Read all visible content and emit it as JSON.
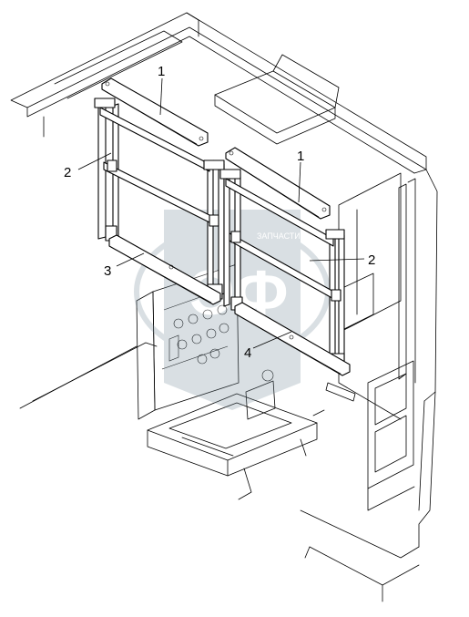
{
  "callouts": {
    "c1a": "1",
    "c1b": "1",
    "c2a": "2",
    "c2b": "2",
    "c3": "3",
    "c4": "4"
  },
  "watermark": {
    "letters": "ЭФ",
    "text": "ЗАПЧАСТИ"
  },
  "colors": {
    "line": "#000000",
    "background": "#ffffff",
    "watermark": "#7a8f9c"
  }
}
